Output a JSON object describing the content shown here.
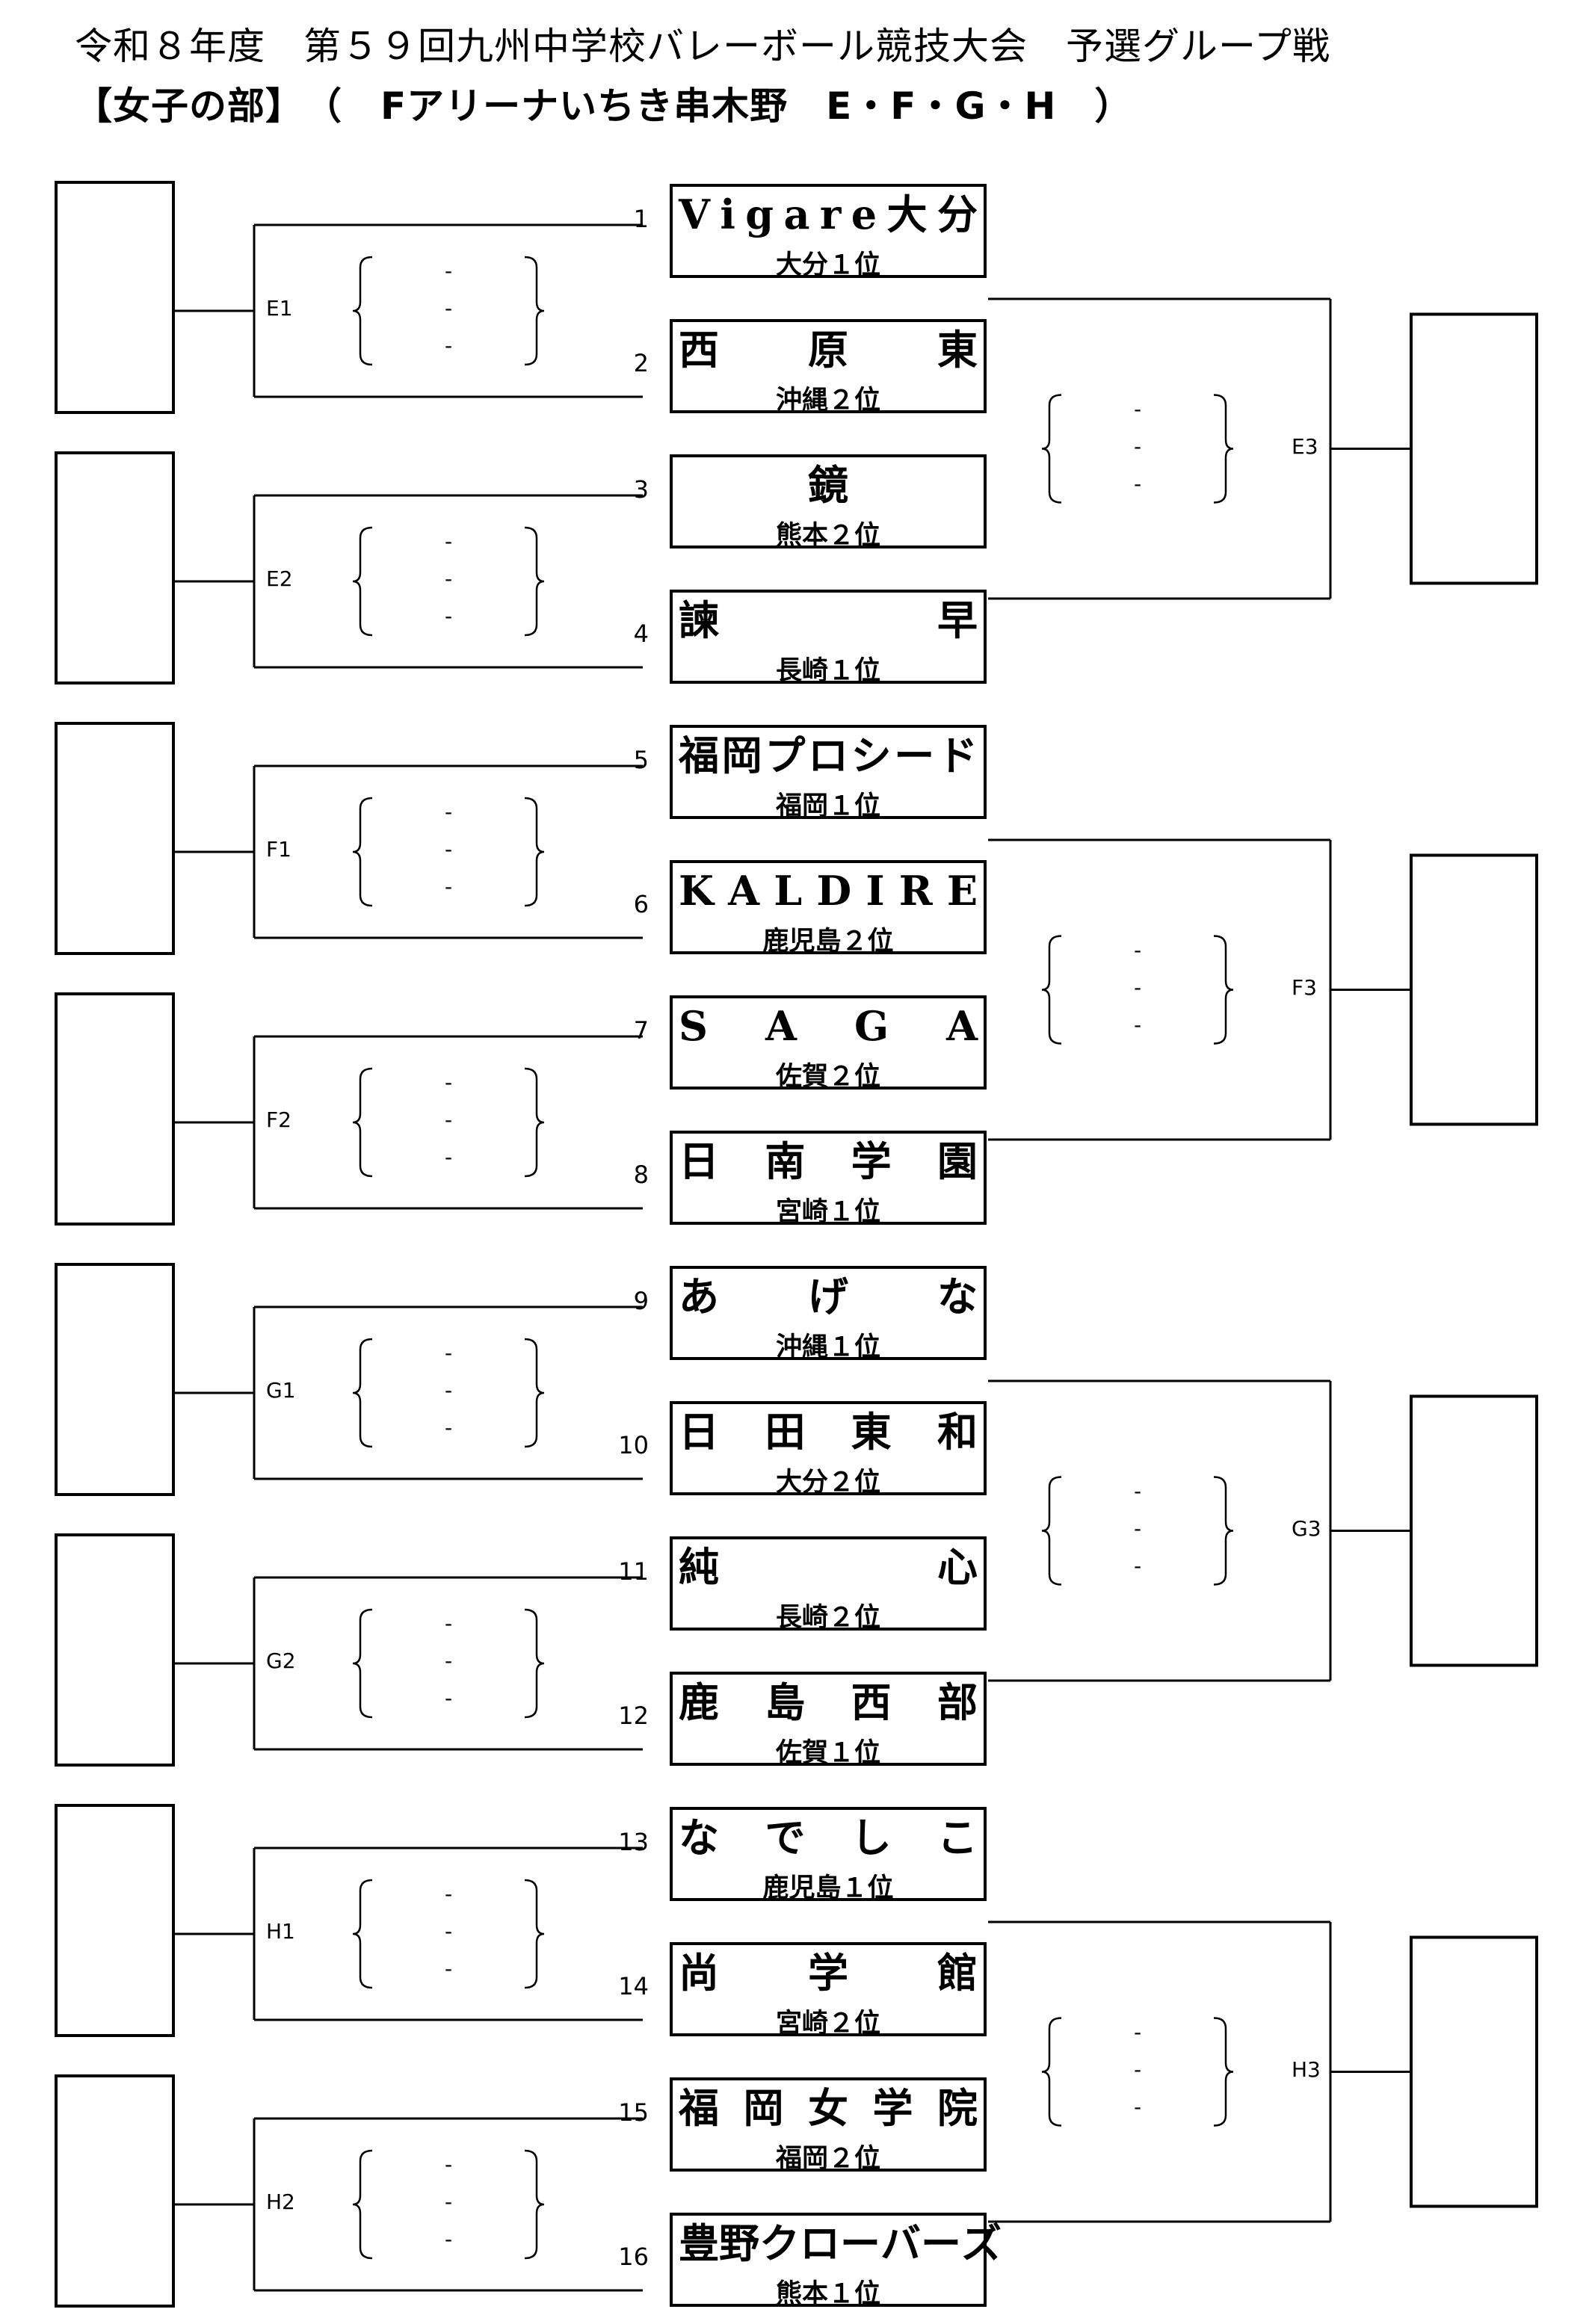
{
  "header": {
    "title_line1": "令和８年度　第５９回九州中学校バレーボール競技大会　予選グループ戦",
    "title_line2": "【女子の部】　（　Fアリーナいちき串木野　E・F・G・H　）"
  },
  "teams": [
    {
      "num": "1",
      "name_chars": [
        "V",
        "i",
        "g",
        "a",
        "r",
        "e",
        "大",
        "分"
      ],
      "place": "大分１位"
    },
    {
      "num": "2",
      "name_chars": [
        "西",
        "原",
        "東"
      ],
      "place": "沖縄２位"
    },
    {
      "num": "3",
      "name_chars": [
        "鏡"
      ],
      "place": "熊本２位"
    },
    {
      "num": "4",
      "name_chars": [
        "諫",
        "早"
      ],
      "place": "長崎１位"
    },
    {
      "num": "5",
      "name_chars": [
        "福",
        "岡",
        "プ",
        "ロ",
        "シ",
        "ー",
        "ド"
      ],
      "place": "福岡１位"
    },
    {
      "num": "6",
      "name_chars": [
        "K",
        "A",
        "L",
        "D",
        "I",
        "R",
        "E"
      ],
      "place": "鹿児島２位"
    },
    {
      "num": "7",
      "name_chars": [
        "S",
        "A",
        "G",
        "A"
      ],
      "place": "佐賀２位"
    },
    {
      "num": "8",
      "name_chars": [
        "日",
        "南",
        "学",
        "園"
      ],
      "place": "宮崎１位"
    },
    {
      "num": "9",
      "name_chars": [
        "あ",
        "げ",
        "な"
      ],
      "place": "沖縄１位"
    },
    {
      "num": "10",
      "name_chars": [
        "日",
        "田",
        "東",
        "和"
      ],
      "place": "大分２位"
    },
    {
      "num": "11",
      "name_chars": [
        "純",
        "心"
      ],
      "place": "長崎２位"
    },
    {
      "num": "12",
      "name_chars": [
        "鹿",
        "島",
        "西",
        "部"
      ],
      "place": "佐賀１位"
    },
    {
      "num": "13",
      "name_chars": [
        "な",
        "で",
        "し",
        "こ"
      ],
      "place": "鹿児島１位"
    },
    {
      "num": "14",
      "name_chars": [
        "尚",
        "学",
        "館"
      ],
      "place": "宮崎２位"
    },
    {
      "num": "15",
      "name_chars": [
        "福",
        "岡",
        "女",
        "学",
        "院"
      ],
      "place": "福岡２位"
    },
    {
      "num": "16",
      "name_chars": [
        "豊",
        "野",
        "ク",
        "ロ",
        "ー",
        "バ",
        "ー",
        "ズ"
      ],
      "place": "熊本１位"
    }
  ],
  "matches": {
    "first_round": [
      "E1",
      "E2",
      "F1",
      "F2",
      "G1",
      "G2",
      "H1",
      "H2"
    ],
    "second_round": [
      "E3",
      "F3",
      "G3",
      "H3"
    ],
    "set_score_placeholder": "-"
  }
}
